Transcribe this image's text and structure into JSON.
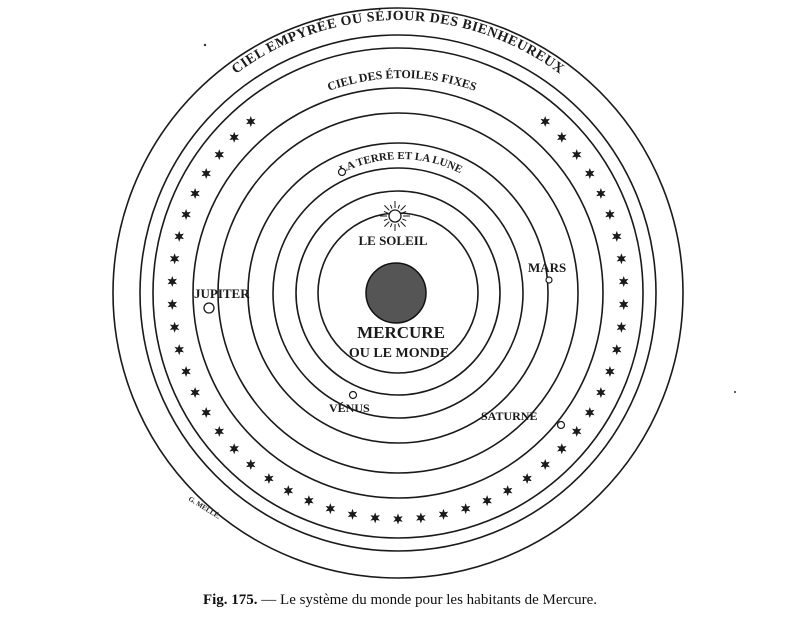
{
  "outer_label": "CIEL EMPYRÉE OU SÉJOUR DES BIENHEUREUX",
  "stars_label": "CIEL DES ÉTOILES FIXES",
  "earth_label": "LA TERRE ET LA LUNE",
  "sun_label": "LE SOLEIL",
  "mars_label": "MARS",
  "jupiter_label": "JUPITER",
  "venus_label": "VÉNUS",
  "saturn_label": "SATURNE",
  "center_label_1": "MERCURE",
  "center_label_2": "OU LE MONDE",
  "signature": "G. MELLÉ.",
  "caption": {
    "fig": "Fig. 175.",
    "text": " — Le système du monde pour les habitants de Mercure."
  },
  "colors": {
    "ink": "#1a1a1a",
    "center_planet": "#555555"
  },
  "icons": [
    "star-icon",
    "sun-icon",
    "planet-marker-icon",
    "moon-icon"
  ]
}
